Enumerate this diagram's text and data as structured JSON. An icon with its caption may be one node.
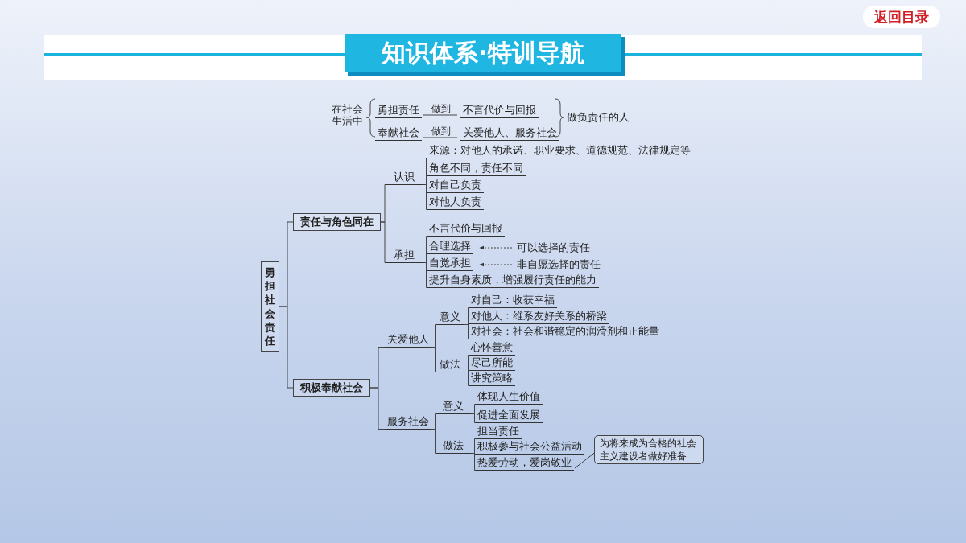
{
  "diagram": {
    "title": "知识体系·特训导航",
    "nodes": [
      {
        "text": [
          "勇担责任"
        ]
      },
      {
        "text": [
          "不言代价与回报"
        ]
      },
      {
        "text": [
          "奉献社会"
        ]
      },
      {
        "text": [
          "关爱他人、服务社会"
        ]
      },
      {
        "text": [
          "勇担社会责任"
        ]
      },
      {
        "text": [
          "责任与角色同在"
        ]
      },
      {
        "text": [
          "认识"
        ]
      },
      {
        "text": [
          "来源：对他人的承诺、职业要求、道德规范、法律规定等"
        ]
      },
      {
        "text": [
          "角色不同，责任不同"
        ]
      },
      {
        "text": [
          "对自己负责"
        ]
      },
      {
        "text": [
          "对他人负责"
        ]
      },
      {
        "text": [
          "承担"
        ]
      },
      {
        "text": [
          "不言代价与回报"
        ]
      },
      {
        "text": [
          "合理选择"
        ]
      },
      {
        "text": [
          "可以选择的责任"
        ]
      },
      {
        "text": [
          "自觉承担"
        ]
      },
      {
        "text": [
          "非自愿选择的责任"
        ]
      },
      {
        "text": [
          "提升自身素质，增强履行责任的能力"
        ]
      },
      {
        "text": [
          "积极奉献社会"
        ]
      },
      {
        "text": [
          "关爱他人"
        ]
      },
      {
        "text": [
          "意义"
        ]
      },
      {
        "text": [
          "对自己：收获幸福"
        ]
      },
      {
        "text": [
          "对他人：维系友好关系的桥梁"
        ]
      },
      {
        "text": [
          "对社会：社会和谐稳定的润滑剂和正能量"
        ]
      },
      {
        "text": [
          "做法"
        ]
      },
      {
        "text": [
          "心怀善意"
        ]
      },
      {
        "text": [
          "尽己所能"
        ]
      },
      {
        "text": [
          "讲究策略"
        ]
      },
      {
        "text": [
          "服务社会"
        ]
      },
      {
        "text": [
          "意义"
        ]
      },
      {
        "text": [
          "体现人生价值"
        ]
      },
      {
        "text": [
          "促进全面发展"
        ]
      },
      {
        "text": [
          "做法"
        ]
      },
      {
        "text": [
          "担当责任"
        ]
      },
      {
        "text": [
          "积极参与社会公益活动"
        ]
      },
      {
        "text": [
          "热爱劳动，爱岗敬业"
        ]
      },
      {
        "text": [
          "为将来成为合格的社会主义建设者做好准备"
        ]
      }
    ],
    "edges": [
      {
        "from": 0,
        "to": 1,
        "arrow": "none",
        "label": "做到"
      },
      {
        "from": 2,
        "to": 3,
        "arrow": "none",
        "label": "做到"
      },
      {
        "from": 4,
        "to": 5,
        "arrow": "none"
      },
      {
        "from": 4,
        "to": 18,
        "arrow": "none"
      },
      {
        "from": 5,
        "to": 6,
        "arrow": "none"
      },
      {
        "from": 5,
        "to": 11,
        "arrow": "none"
      },
      {
        "from": 6,
        "to": 7,
        "arrow": "none"
      },
      {
        "from": 6,
        "to": 8,
        "arrow": "none"
      },
      {
        "from": 6,
        "to": 9,
        "arrow": "none"
      },
      {
        "from": 6,
        "to": 10,
        "arrow": "none"
      },
      {
        "from": 11,
        "to": 12,
        "arrow": "none"
      },
      {
        "from": 11,
        "to": 13,
        "arrow": "none"
      },
      {
        "from": 11,
        "to": 15,
        "arrow": "none"
      },
      {
        "from": 11,
        "to": 17,
        "arrow": "none"
      },
      {
        "from": 14,
        "to": 13,
        "arrow": "to",
        "style": "dashed"
      },
      {
        "from": 16,
        "to": 15,
        "arrow": "to",
        "style": "dashed"
      },
      {
        "from": 18,
        "to": 19,
        "arrow": "none"
      },
      {
        "from": 18,
        "to": 28,
        "arrow": "none"
      },
      {
        "from": 19,
        "to": 20,
        "arrow": "none"
      },
      {
        "from": 19,
        "to": 24,
        "arrow": "none"
      },
      {
        "from": 20,
        "to": 21,
        "arrow": "none"
      },
      {
        "from": 20,
        "to": 22,
        "arrow": "none"
      },
      {
        "from": 20,
        "to": 23,
        "arrow": "none"
      },
      {
        "from": 24,
        "to": 25,
        "arrow": "none"
      },
      {
        "from": 24,
        "to": 26,
        "arrow": "none"
      },
      {
        "from": 24,
        "to": 27,
        "arrow": "none"
      },
      {
        "from": 28,
        "to": 29,
        "arrow": "none"
      },
      {
        "from": 28,
        "to": 32,
        "arrow": "none"
      },
      {
        "from": 29,
        "to": 30,
        "arrow": "none"
      },
      {
        "from": 29,
        "to": 31,
        "arrow": "none"
      },
      {
        "from": 32,
        "to": 33,
        "arrow": "none"
      },
      {
        "from": 32,
        "to": 34,
        "arrow": "none"
      },
      {
        "from": 32,
        "to": 35,
        "arrow": "none"
      },
      {
        "from": 36,
        "to": 35,
        "arrow": "none"
      }
    ],
    "labels": [
      "返回目录",
      "在社会生活中",
      "做负责任的人"
    ]
  }
}
